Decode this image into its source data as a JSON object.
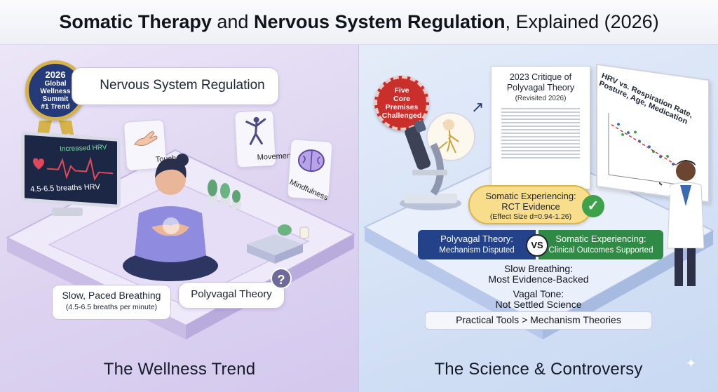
{
  "header": {
    "part1": "Somatic Therapy",
    "part2": " and ",
    "part3": "Nervous System Regulation",
    "part4": ", Explained (2026)"
  },
  "left": {
    "badge": {
      "year": "2026",
      "line1": "Global",
      "line2": "Wellness",
      "line3": "Summit",
      "line4": "#1 Trend"
    },
    "main_pill": "Nervous System Regulation",
    "monitor": {
      "top_text": "Increased HRV",
      "bottom_text": "4.5-6.5 breaths HRV"
    },
    "cards": {
      "touch": "Touch",
      "movement": "Movement",
      "mindfulness": "Mindfulness"
    },
    "breathing": {
      "title": "Slow, Paced Breathing",
      "subtitle": "(4.5-6.5 breaths per minute)"
    },
    "polyvagal": "Polyvagal Theory",
    "question": "?",
    "title": "The Wellness Trend"
  },
  "right": {
    "seal": {
      "line1": "Five",
      "line2": "Core",
      "line3": "Premises",
      "line4": "Challenged"
    },
    "paper": {
      "line1": "2023 Critique of",
      "line2": "Polyvagal Theory",
      "line3": "(Revisited 2026)"
    },
    "board": {
      "line1": "HRV vs. Respiration Rate,",
      "line2": "Posture, Age, Medication"
    },
    "rct": {
      "line1": "Somatic Experiencing:",
      "line2": "RCT Evidence",
      "line3": "(Effect Size d=0.94-1.26)"
    },
    "check": "✓",
    "polyvagal_box": {
      "title": "Polyvagal Theory:",
      "sub": "Mechanism Disputed"
    },
    "vs": "VS",
    "somatic_box": {
      "title": "Somatic Experiencing:",
      "sub": "Clinical Outcomes Supported"
    },
    "breathing": {
      "line1": "Slow Breathing:",
      "line2": "Most Evidence-Backed"
    },
    "vagal": {
      "line1": "Vagal Tone:",
      "line2": "Not Settled Science"
    },
    "practical": "Practical Tools > Mechanism Theories",
    "title": "The Science & Controversy"
  },
  "colors": {
    "left_bg": "#ddd3f0",
    "right_bg": "#d3e0f5",
    "rct_gold": "#f7dd8c",
    "polyvagal_blue": "#23428a",
    "somatic_green": "#2f8a46",
    "seal_red": "#c9302c"
  },
  "icons": [
    "hand-icon",
    "movement-figure-icon",
    "brain-icon",
    "heart-icon",
    "check-icon",
    "microscope-icon",
    "sparkle-icon"
  ]
}
